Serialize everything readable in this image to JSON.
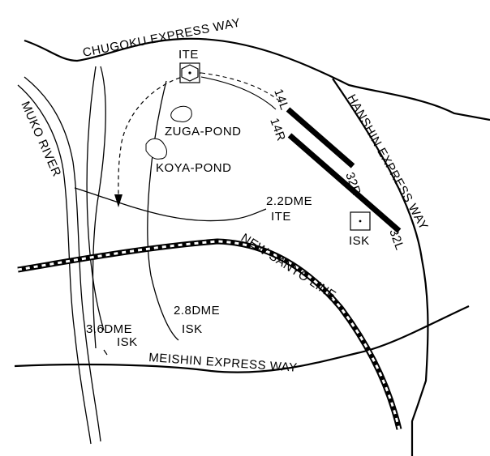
{
  "map": {
    "roads": {
      "chugoku": "CHUGOKU EXPRESS WAY",
      "hanshin": "HANSHIN EXPRESS WAY",
      "meishin": "MEISHIN EXPRESS WAY"
    },
    "railway": "NEW SANYO LINE",
    "river": "MUKO RIVER",
    "ponds": {
      "zuga": "ZUGA-POND",
      "koya": "KOYA-POND"
    },
    "navaids": {
      "ite": "ITE",
      "isk": "ISK"
    },
    "runways": {
      "r14l": "14L",
      "r14r": "14R",
      "r32r": "32R",
      "r32l": "32L"
    },
    "dme_arcs": {
      "ite_22": {
        "dist": "2.2DME",
        "station": "ITE"
      },
      "isk_28": {
        "dist": "2.8DME",
        "station": "ISK"
      },
      "isk_36": {
        "dist": "3.6DME",
        "station": "ISK"
      }
    }
  }
}
